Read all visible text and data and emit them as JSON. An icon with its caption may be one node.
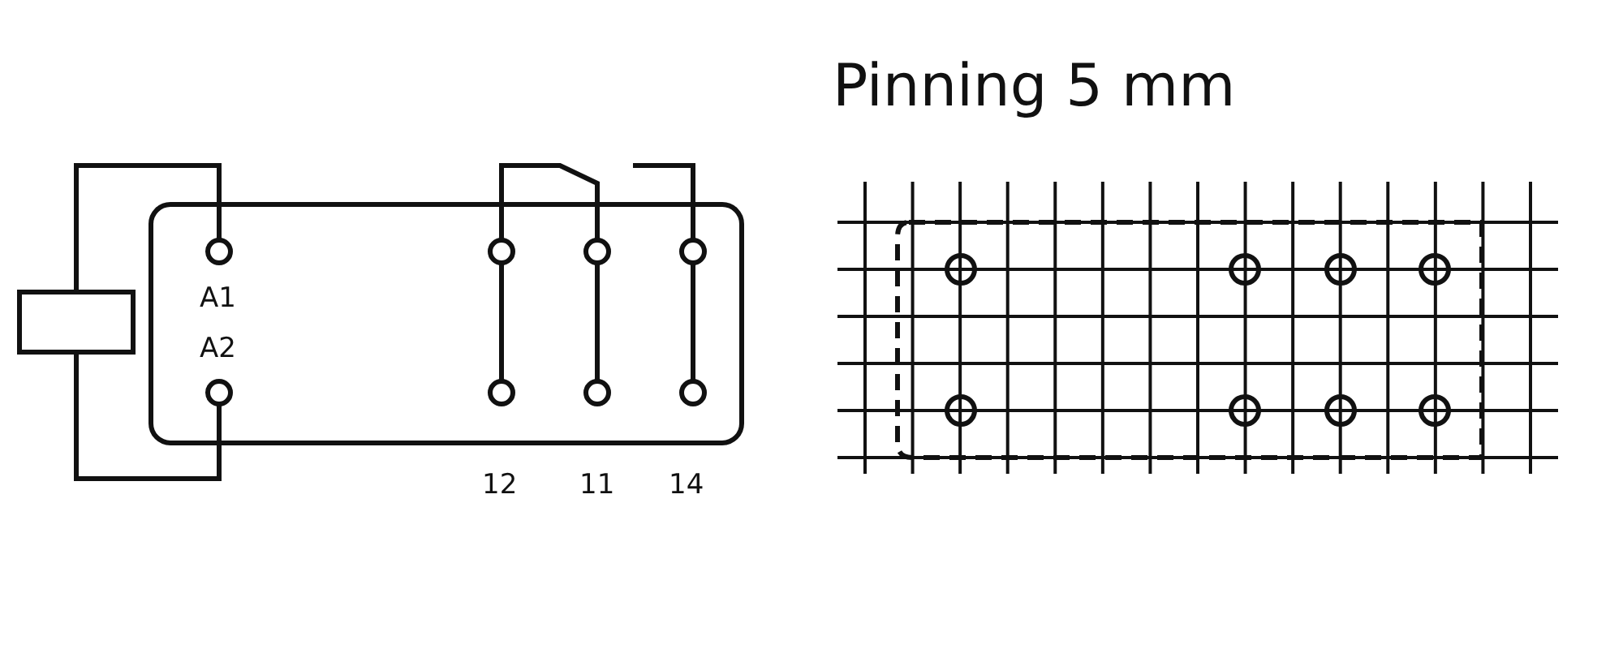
{
  "diagram": {
    "labels": [
      "Pinning 5 mm",
      "A1",
      "A2",
      "12",
      "11",
      "14"
    ]
  }
}
